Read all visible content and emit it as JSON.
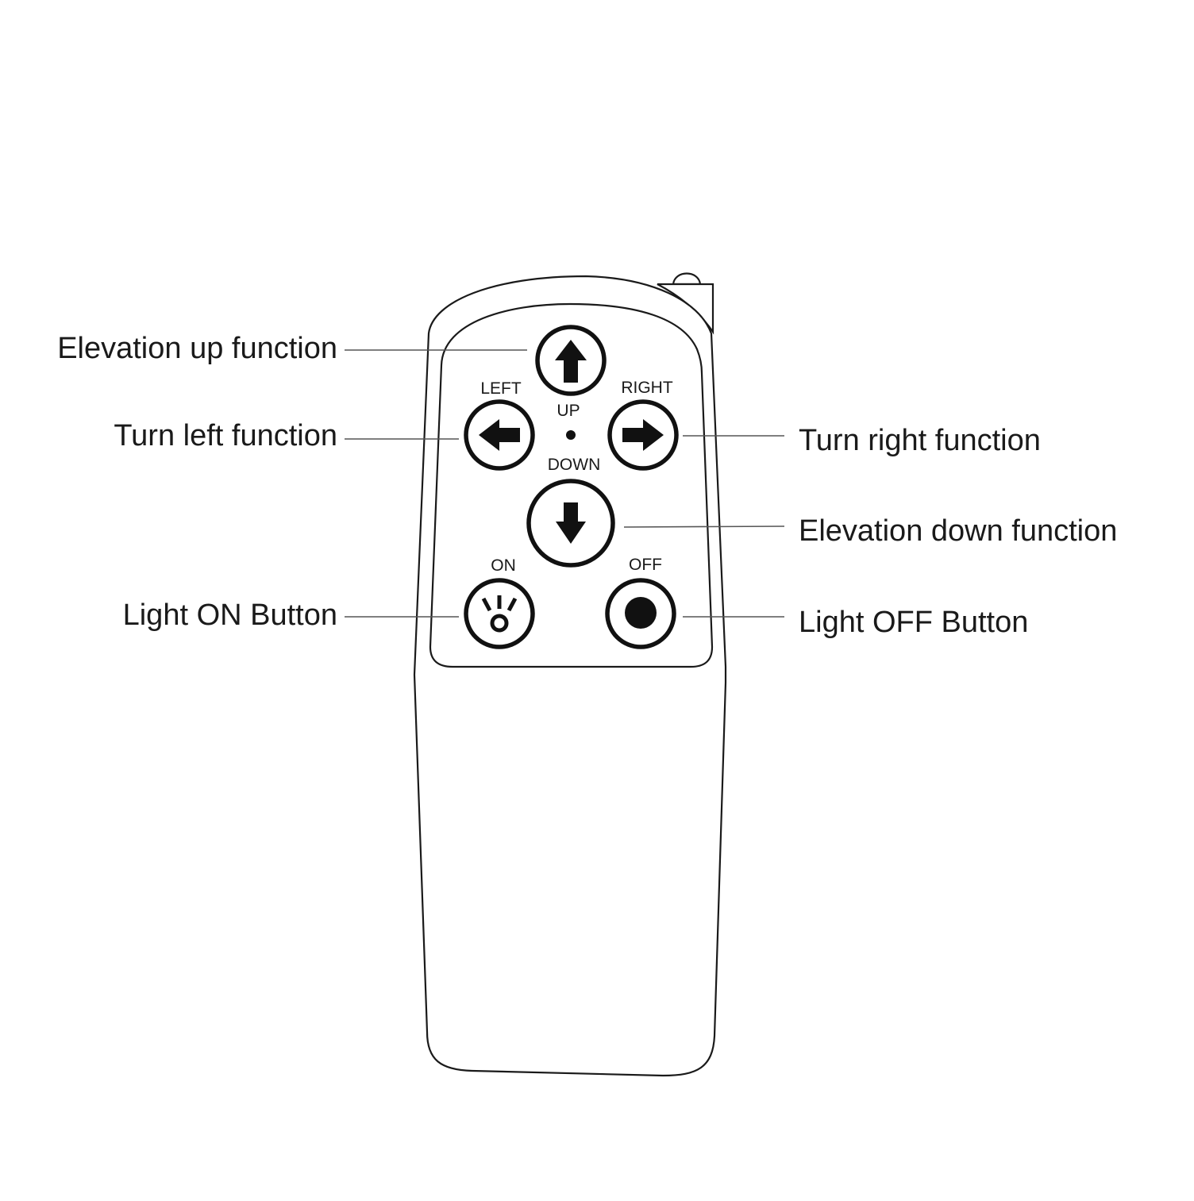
{
  "callouts": {
    "elevation_up": "Elevation up function",
    "turn_left": "Turn left function",
    "turn_right": "Turn right function",
    "elevation_down": "Elevation down function",
    "light_on": "Light ON Button",
    "light_off": "Light OFF Button"
  },
  "button_labels": {
    "left": "LEFT",
    "right": "RIGHT",
    "up": "UP",
    "down": "DOWN",
    "on": "ON",
    "off": "OFF"
  },
  "icons": {
    "up": "arrow-up-icon",
    "down": "arrow-down-icon",
    "left": "arrow-left-icon",
    "right": "arrow-right-icon",
    "light_on": "light-on-icon",
    "light_off": "light-off-icon"
  },
  "colors": {
    "line": "#1a1a1a",
    "background": "#ffffff"
  }
}
